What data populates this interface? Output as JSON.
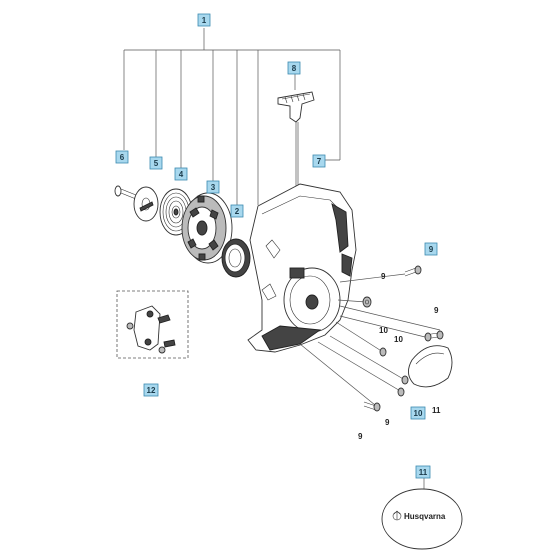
{
  "callouts": {
    "c1": "1",
    "c2": "2",
    "c3": "3",
    "c4": "4",
    "c5": "5",
    "c6": "6",
    "c7": "7",
    "c8": "8",
    "c9": "9",
    "c10": "10",
    "c11": "11",
    "c12": "12"
  },
  "plain_labels": {
    "p9a": "9",
    "p9b": "9",
    "p9c": "9",
    "p9d": "9",
    "p10a": "10",
    "p10b": "10",
    "p11": "11"
  },
  "decal": {
    "brand_text": "Husqvarna"
  }
}
